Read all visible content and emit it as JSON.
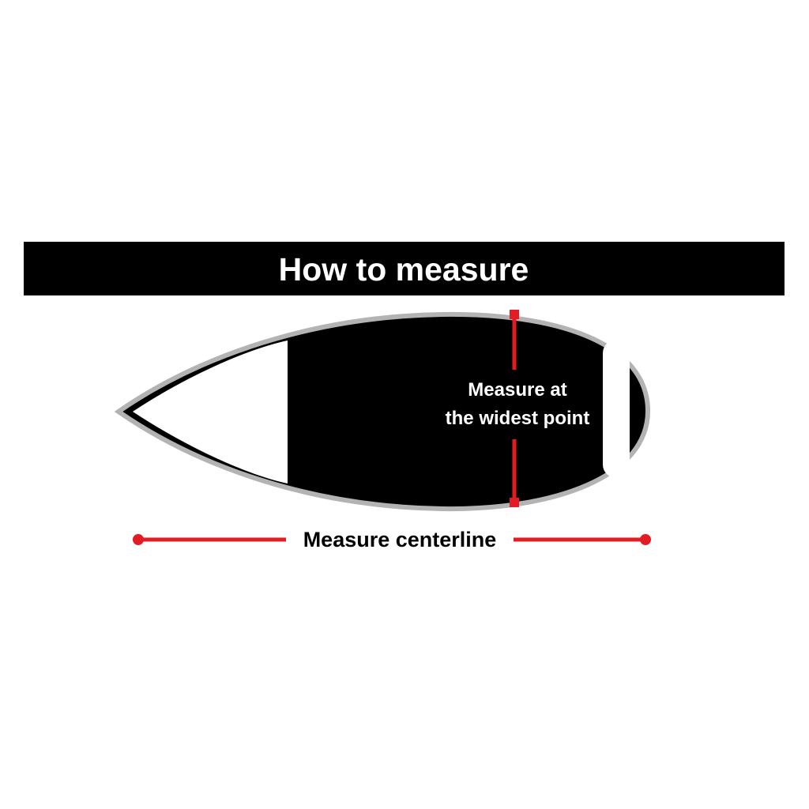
{
  "title": "How to measure",
  "labels": {
    "widest_line1": "Measure at",
    "widest_line2": "the widest point",
    "centerline": "Measure centerline"
  },
  "colors": {
    "accent_red": "#e31c23",
    "banner": "#000000",
    "board_fill": "#000000",
    "board_outline": "#b3b3b3",
    "nose_fill": "#ffffff",
    "slot_fill": "#ffffff"
  }
}
